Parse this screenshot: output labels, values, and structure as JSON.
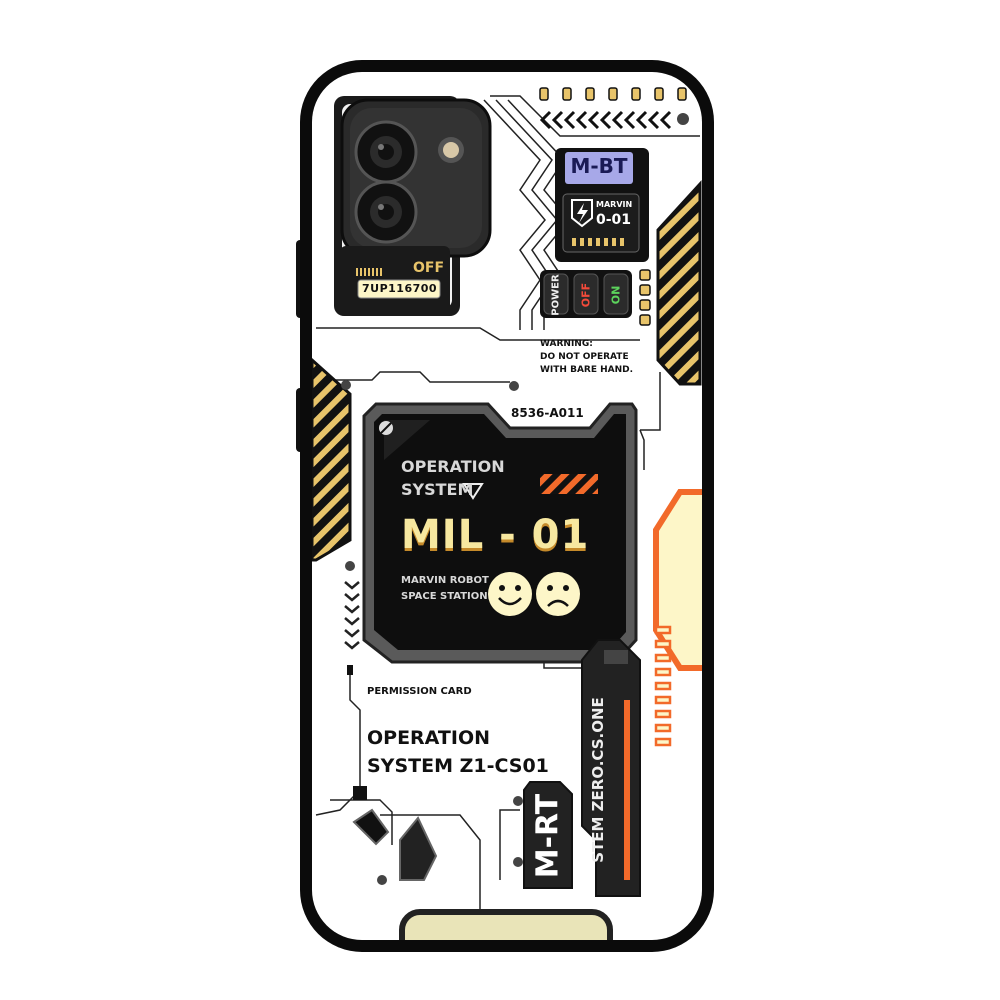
{
  "camera_module": {
    "status_label": "OFF",
    "lcd_readout": "7UP116700"
  },
  "mbt_badge": {
    "title": "M-BT",
    "model_name": "MARVIN",
    "model_code": "0-01"
  },
  "switch_panel": {
    "power_label": "POWER",
    "off_label": "OFF",
    "on_label": "ON"
  },
  "warning": {
    "line1": "WARNING:",
    "line2": "DO NOT OPERATE",
    "line3": "WITH BARE HAND."
  },
  "main_screen": {
    "serial_code": "8536-A011",
    "line1": "OPERATION",
    "line2": "SYSTEM",
    "title": "MIL - 01",
    "footer_line1": "MARVIN ROBOT",
    "footer_line2": "SPACE STATION",
    "happy_face": ":)",
    "sad_face": ":("
  },
  "permission_card": {
    "label": "PERMISSION CARD",
    "line1": "OPERATION",
    "line2": "SYSTEM Z1-CS01"
  },
  "bottom_tags": {
    "mbt_label": "M-RT",
    "vertical_text": "STEM ZERO.CS.ONE"
  },
  "colors": {
    "case_black": "#0b0b0b",
    "accent_orange": "#f26a2a",
    "cream": "#fdf6c8",
    "gold": "#e8c46a",
    "panel_purple": "#a7a8e8"
  }
}
